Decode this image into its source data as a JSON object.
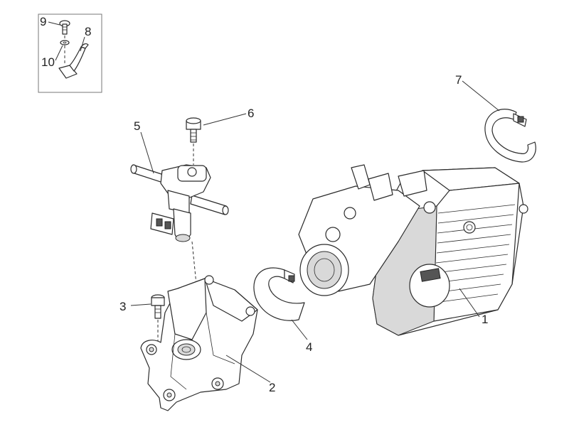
{
  "callouts": [
    {
      "id": "1",
      "label": "1"
    },
    {
      "id": "2",
      "label": "2"
    },
    {
      "id": "3",
      "label": "3"
    },
    {
      "id": "4",
      "label": "4"
    },
    {
      "id": "5",
      "label": "5"
    },
    {
      "id": "6",
      "label": "6"
    },
    {
      "id": "7",
      "label": "7"
    },
    {
      "id": "8",
      "label": "8"
    },
    {
      "id": "9",
      "label": "9"
    },
    {
      "id": "10",
      "label": "10"
    }
  ],
  "parts": {
    "p1": "throttle-body",
    "p2": "intake-manifold",
    "p3": "flange-bolt",
    "p4": "hose-clamp",
    "p5": "fuel-injector-rail",
    "p6": "injector-bolt",
    "p7": "hose-clamp",
    "p8": "cable-bracket",
    "p9": "screw",
    "p10": "washer"
  }
}
